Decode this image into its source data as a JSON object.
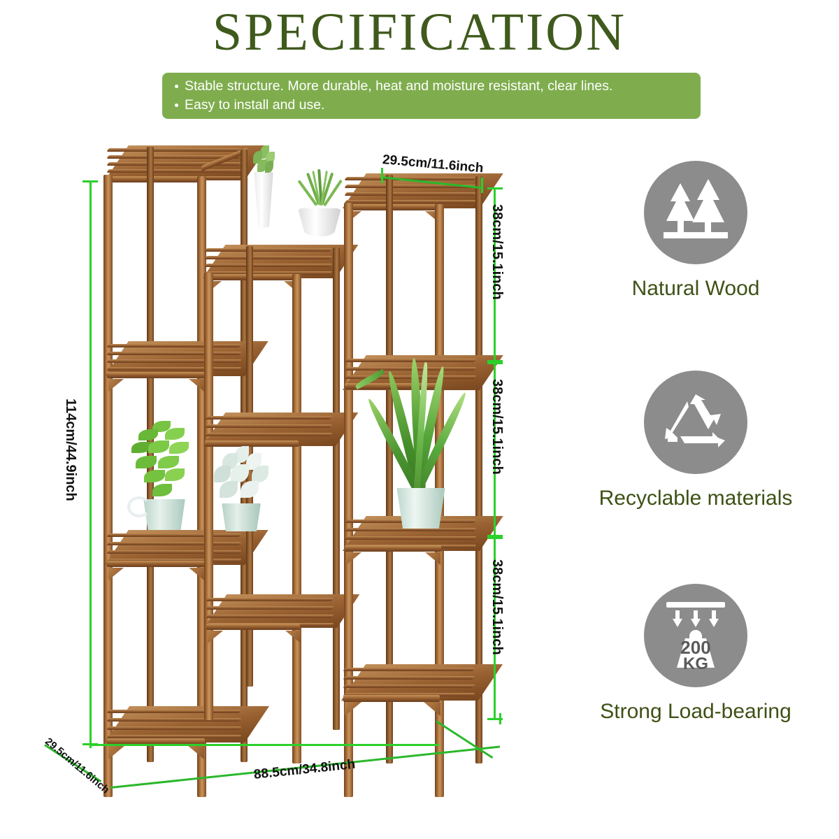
{
  "title": "SPECIFICATION",
  "banner": {
    "bullets": [
      "Stable structure. More durable, heat and moisture resistant, clear lines.",
      "Easy to install and use."
    ]
  },
  "dimensions": {
    "total_height": "114cm/44.9inch",
    "total_width": "88.5cm/34.8inch",
    "depth_top": "29.5cm/11.6inch",
    "depth_bottom": "29.5cm/11.6inch",
    "tier_1": "38cm/15.1inch",
    "tier_2": "38cm/15.1inch",
    "tier_3": "38cm/15.1inch"
  },
  "features": [
    {
      "icon": "pine-trees-icon",
      "label": "Natural Wood"
    },
    {
      "icon": "recycle-triangle-icon",
      "label": "Recyclable materials"
    },
    {
      "icon": "load-weight-icon",
      "label": "Strong Load-bearing",
      "weight_value": "200",
      "weight_unit": "KG"
    }
  ],
  "colors": {
    "title_green": "#3f5a1c",
    "banner_green": "#7fad4e",
    "dimension_green": "#2bd02b",
    "feature_label_green": "#3f5116",
    "icon_circle_gray": "#8c8c8c",
    "wood_brown": "#a86e3c"
  },
  "product": {
    "name": "wooden-plant-stand",
    "plants": [
      "succulent-white-tall-pot",
      "grass-plant-white-bowl",
      "green-succulent-mint-pot",
      "white-succulent-mint-pot",
      "snake-plant-mint-pot"
    ]
  }
}
